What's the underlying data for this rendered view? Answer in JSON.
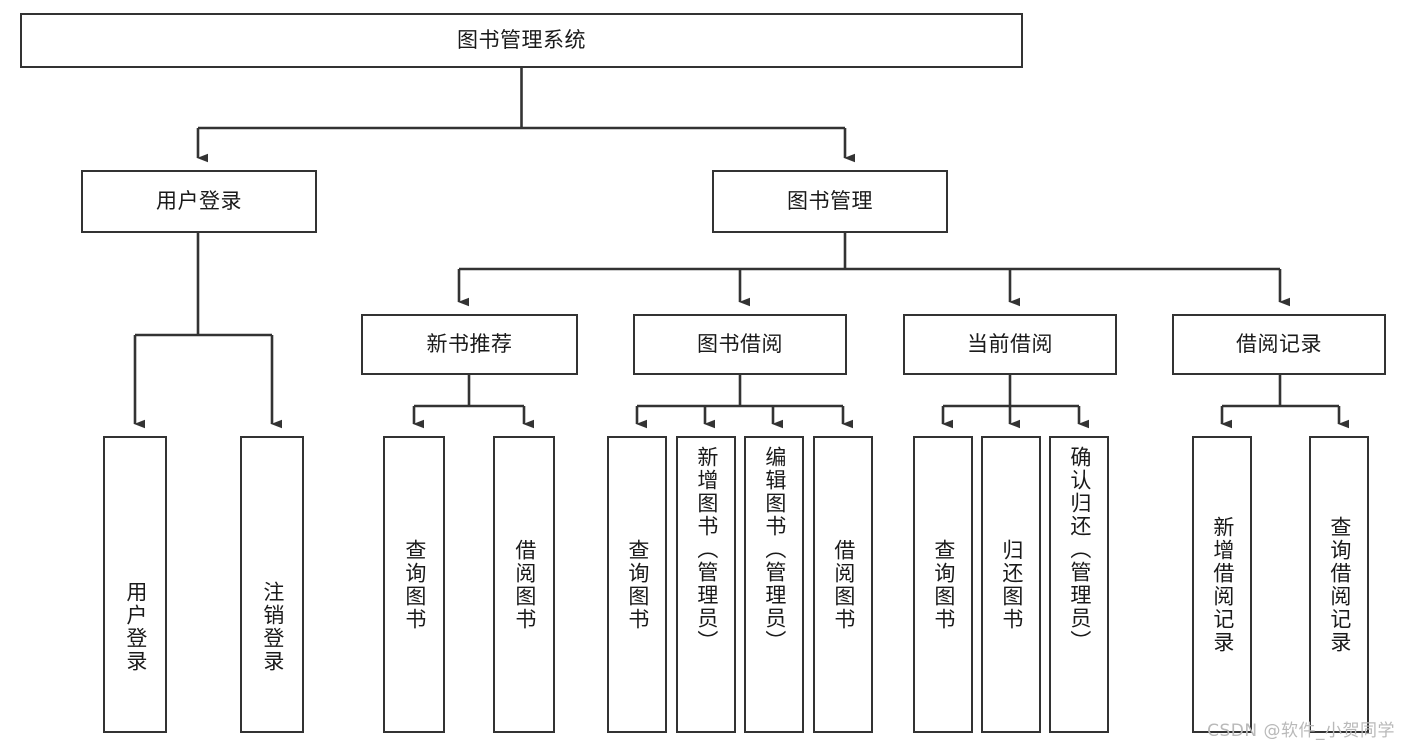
{
  "diagram": {
    "type": "tree-hierarchy",
    "title": "图书管理系统",
    "watermark": "CSDN @软件_小贺同学",
    "colors": {
      "box_border": "#333333",
      "box_fill": "#ffffff",
      "connector": "#333333",
      "text": "#1a1a1a",
      "watermark": "#b9b9b9",
      "background": "#ffffff"
    },
    "nodes": {
      "root": {
        "label": "图书管理系统",
        "level": 1
      },
      "l2": [
        {
          "label": "用户登录",
          "level": 2
        },
        {
          "label": "图书管理",
          "level": 2
        }
      ],
      "l3": [
        {
          "label": "新书推荐",
          "level": 3
        },
        {
          "label": "图书借阅",
          "level": 3
        },
        {
          "label": "当前借阅",
          "level": 3
        },
        {
          "label": "借阅记录",
          "level": 3
        }
      ],
      "leaves": {
        "user_login": [
          {
            "label": "用户登录"
          },
          {
            "label": "注销登录"
          }
        ],
        "new_book_recommend": [
          {
            "label": "查询图书"
          },
          {
            "label": "借阅图书"
          }
        ],
        "book_borrow": [
          {
            "label": "查询图书"
          },
          {
            "label": "新增图书（管理员）"
          },
          {
            "label": "编辑图书（管理员）"
          },
          {
            "label": "借阅图书"
          }
        ],
        "current_borrow": [
          {
            "label": "查询图书"
          },
          {
            "label": "归还图书"
          },
          {
            "label": "确认归还（管理员）"
          }
        ],
        "borrow_record": [
          {
            "label": "新增借阅记录"
          },
          {
            "label": "查询借阅记录"
          }
        ]
      }
    }
  }
}
